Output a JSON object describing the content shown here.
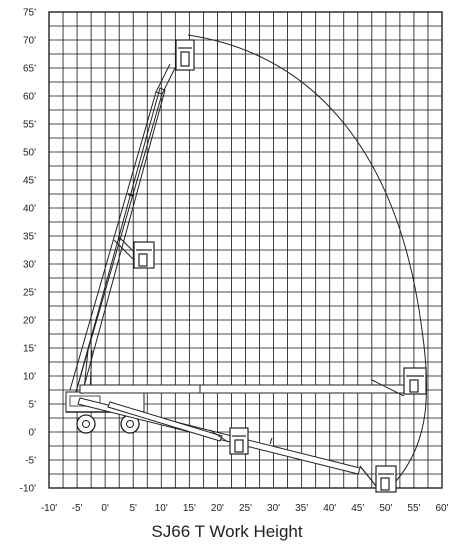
{
  "title": "SJ66 T Work Height",
  "y_ticks": [
    "75'",
    "70'",
    "65'",
    "60'",
    "55'",
    "50'",
    "45'",
    "40'",
    "35'",
    "30'",
    "25'",
    "20'",
    "15'",
    "10'",
    "5'",
    "0'",
    "-5'",
    "-10'"
  ],
  "x_ticks": [
    "-10'",
    "-5'",
    "0'",
    "5'",
    "10'",
    "15'",
    "20'",
    "25'",
    "30'",
    "35'",
    "40'",
    "45'",
    "50'",
    "55'",
    "60'"
  ],
  "x_range_ft": [
    -10,
    60
  ],
  "y_range_ft": [
    -10,
    75
  ],
  "grid": true,
  "colors": {
    "grid": "#111111",
    "line": "#222222",
    "background": "#ffffff"
  }
}
